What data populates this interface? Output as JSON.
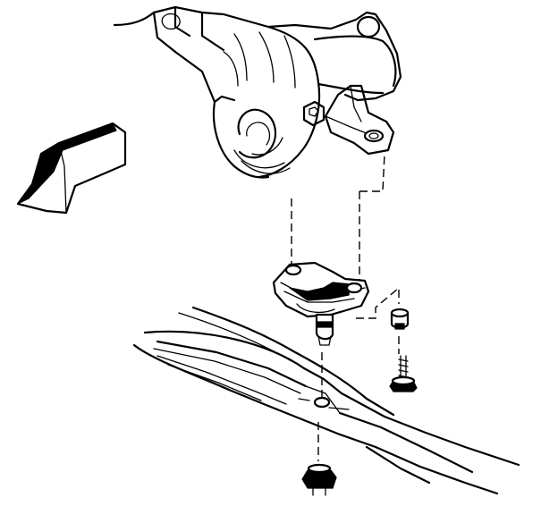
{
  "figure": {
    "text": [],
    "colors": {
      "ink": "#000000",
      "paper": "#ffffff"
    },
    "parts": [
      "differential-housing",
      "mount-bracket",
      "direction-arrow",
      "mount-bushing",
      "bushing-stud",
      "bolt-washer",
      "mount-bolt",
      "lower-nut",
      "frame-crossmember"
    ]
  }
}
